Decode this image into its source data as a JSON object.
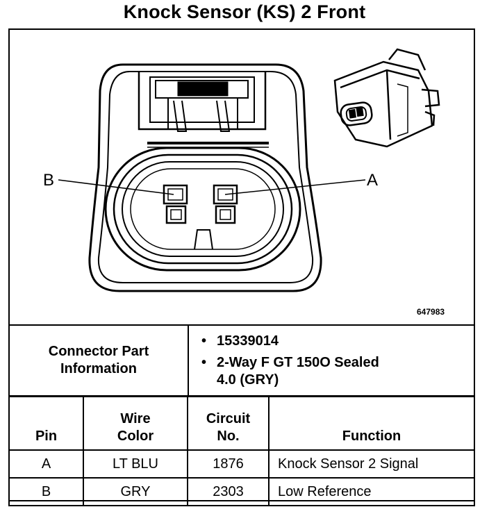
{
  "title": "Knock Sensor (KS) 2 Front",
  "diagram": {
    "label_left": "B",
    "label_right": "A",
    "figure_number": "647983"
  },
  "connector_info": {
    "label_line1": "Connector Part",
    "label_line2": "Information",
    "items": [
      {
        "line1": "15339014",
        "line2": ""
      },
      {
        "line1": "2-Way F GT 150O Sealed",
        "line2": "4.0 (GRY)"
      }
    ]
  },
  "pin_table": {
    "headers": {
      "pin": [
        "",
        "Pin"
      ],
      "wire_color": [
        "Wire",
        "Color"
      ],
      "circuit": [
        "Circuit",
        "No."
      ],
      "function": [
        "",
        "Function"
      ]
    },
    "rows": [
      {
        "pin": "A",
        "wire_color": "LT BLU",
        "circuit": "1876",
        "function": "Knock Sensor 2 Signal"
      },
      {
        "pin": "B",
        "wire_color": "GRY",
        "circuit": "2303",
        "function": "Low Reference"
      }
    ]
  }
}
